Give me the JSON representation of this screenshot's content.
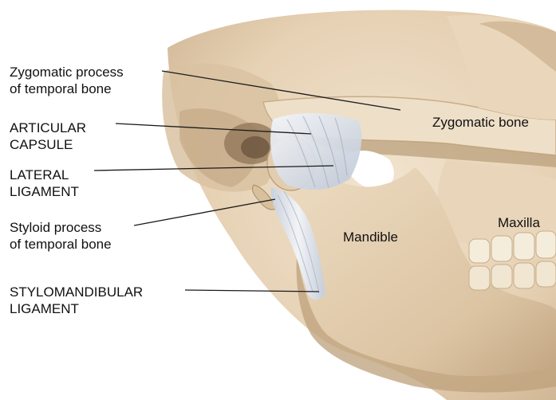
{
  "labels": {
    "zygomatic_process": [
      "Zygomatic process",
      "of temporal bone"
    ],
    "articular_capsule": [
      "ARTICULAR",
      "CAPSULE"
    ],
    "lateral_ligament": [
      "LATERAL",
      "LIGAMENT"
    ],
    "styloid_process": [
      "Styloid process",
      "of temporal bone"
    ],
    "stylomandibular_ligament": [
      "STYLOMANDIBULAR",
      "LIGAMENT"
    ]
  },
  "regions": {
    "zygomatic_bone": "Zygomatic bone",
    "maxilla": "Maxilla",
    "mandible": "Mandible"
  },
  "colors": {
    "bone": "#ead8bf",
    "bone_shadow": "#c7ad8c",
    "bone_dark": "#9c8166",
    "ligament": "#e6ebf2",
    "ligament_shade": "#b9c3d2",
    "leader": "#1a1a1a",
    "teeth": "#f3ead8"
  }
}
